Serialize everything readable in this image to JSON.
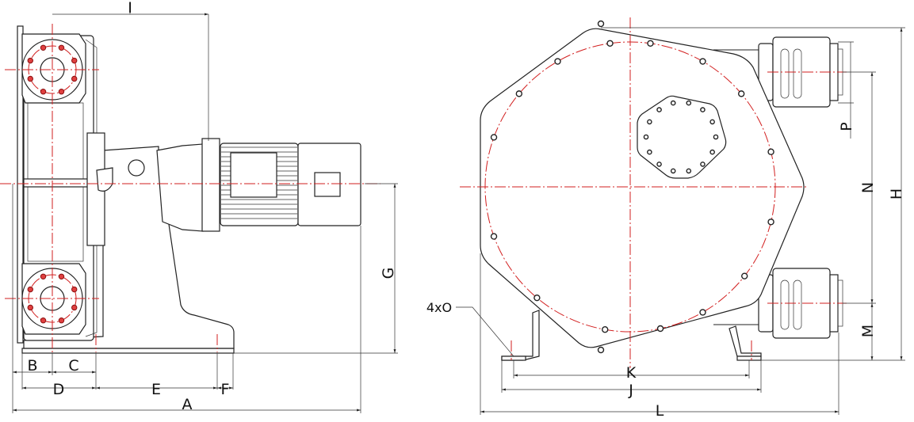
{
  "side_view": {
    "dimensions": {
      "I": "I",
      "A": "A",
      "B": "B",
      "C": "C",
      "D": "D",
      "E": "E",
      "F": "F",
      "G": "G"
    }
  },
  "front_view": {
    "dimensions": {
      "H": "H",
      "N": "N",
      "P": "P",
      "M": "M",
      "J": "J",
      "K": "K",
      "L": "L"
    },
    "hole_callout": "4xO"
  },
  "colors": {
    "centerline": "#d21f1f",
    "outline": "#222222"
  }
}
